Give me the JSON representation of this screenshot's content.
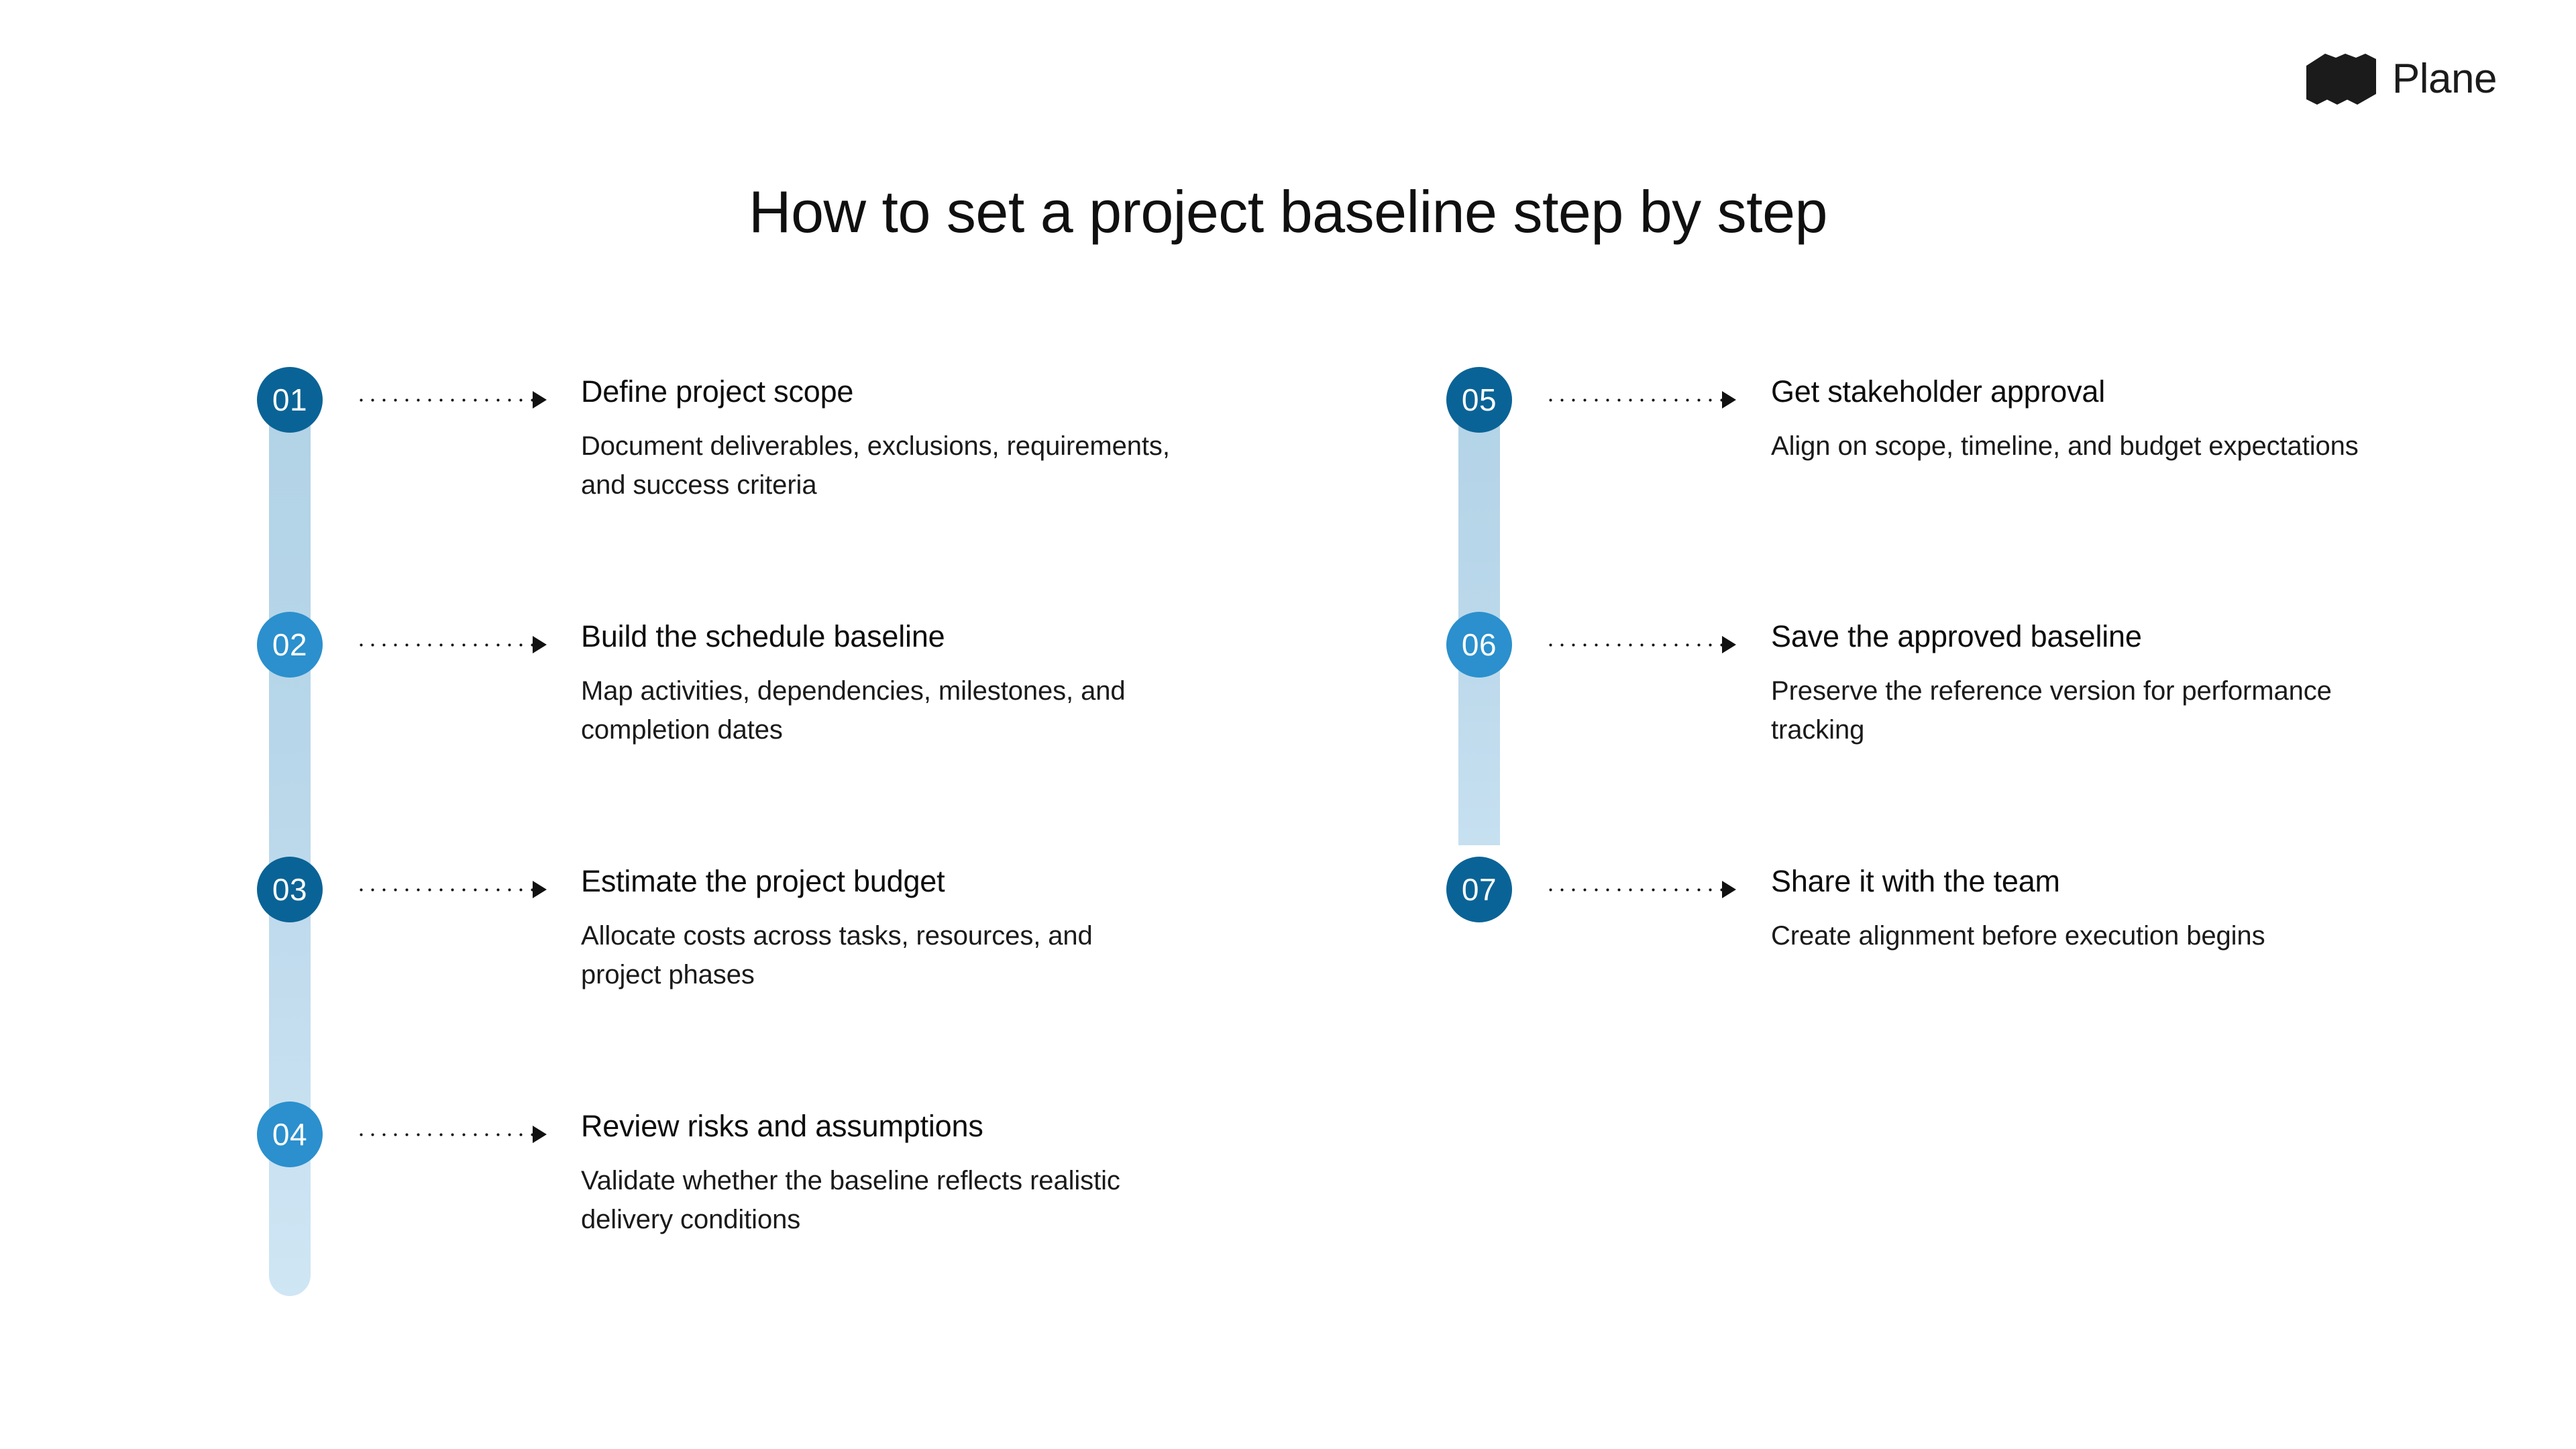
{
  "brand": {
    "name": "Plane",
    "mark": "plane-logo-mark"
  },
  "title": "How to set a project baseline step by step",
  "colors": {
    "node_dark": "#0a6396",
    "node_mid": "#2b90cd",
    "track": "#b2d2e6",
    "text": "#0d0d0d",
    "background": "#ffffff"
  },
  "columns": [
    {
      "id": "left-column",
      "steps": [
        {
          "number": "01",
          "tone": "dark",
          "heading": "Define project scope",
          "description": "Document deliverables, exclusions, requirements, and success criteria"
        },
        {
          "number": "02",
          "tone": "mid",
          "heading": "Build the schedule baseline",
          "description": "Map activities, dependencies, milestones, and completion dates"
        },
        {
          "number": "03",
          "tone": "dark",
          "heading": "Estimate the project budget",
          "description": "Allocate costs across tasks, resources, and project phases"
        },
        {
          "number": "04",
          "tone": "mid",
          "heading": "Review risks and assumptions",
          "description": "Validate whether the baseline reflects realistic delivery conditions"
        }
      ]
    },
    {
      "id": "right-column",
      "steps": [
        {
          "number": "05",
          "tone": "dark",
          "heading": "Get stakeholder approval",
          "description": "Align on scope, timeline, and budget expectations"
        },
        {
          "number": "06",
          "tone": "mid",
          "heading": "Save the approved baseline",
          "description": "Preserve the reference version for performance tracking"
        },
        {
          "number": "07",
          "tone": "dark",
          "heading": "Share it with the team",
          "description": "Create alignment before execution begins"
        }
      ]
    }
  ]
}
